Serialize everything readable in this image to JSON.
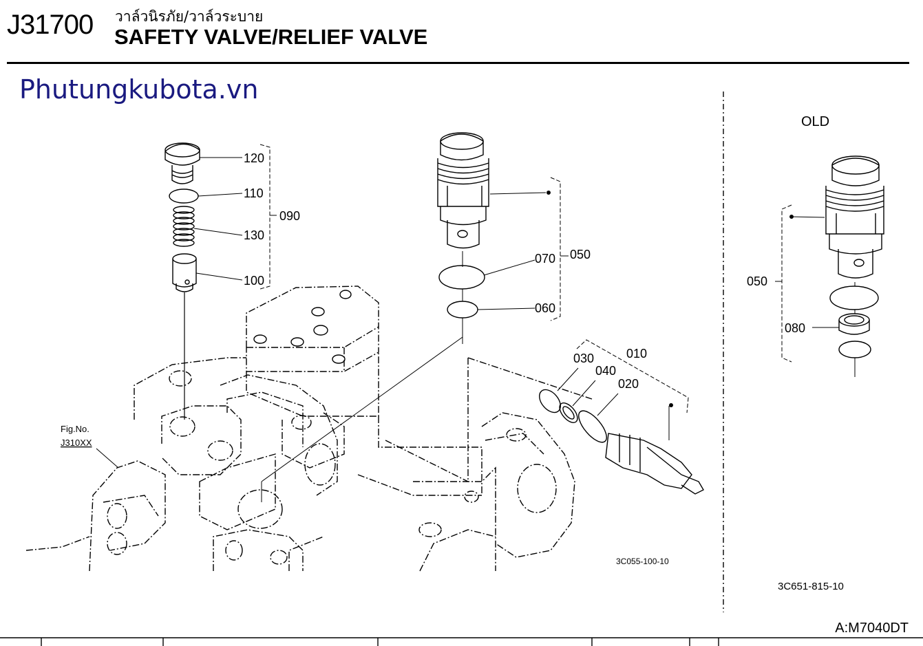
{
  "header": {
    "code": "J31700",
    "title_thai": "วาล์วนิรภัย/วาล์วระบาย",
    "title_en": "SAFETY VALVE/RELIEF VALVE"
  },
  "watermark": "Phutungkubota.vn",
  "variant_label": "OLD",
  "callouts": {
    "c120": "120",
    "c110": "110",
    "c130": "130",
    "c100": "100",
    "c090": "090",
    "c070": "070",
    "c060": "060",
    "c050": "050",
    "c030": "030",
    "c040": "040",
    "c020": "020",
    "c010": "010",
    "c050_old": "050",
    "c080": "080"
  },
  "fig_ref": {
    "line1": "Fig.No.",
    "line2": "J310XX"
  },
  "drawing_codes": {
    "main": "3C055-100-10",
    "old": "3C651-815-10"
  },
  "footer_code": "A:M7040DT"
}
